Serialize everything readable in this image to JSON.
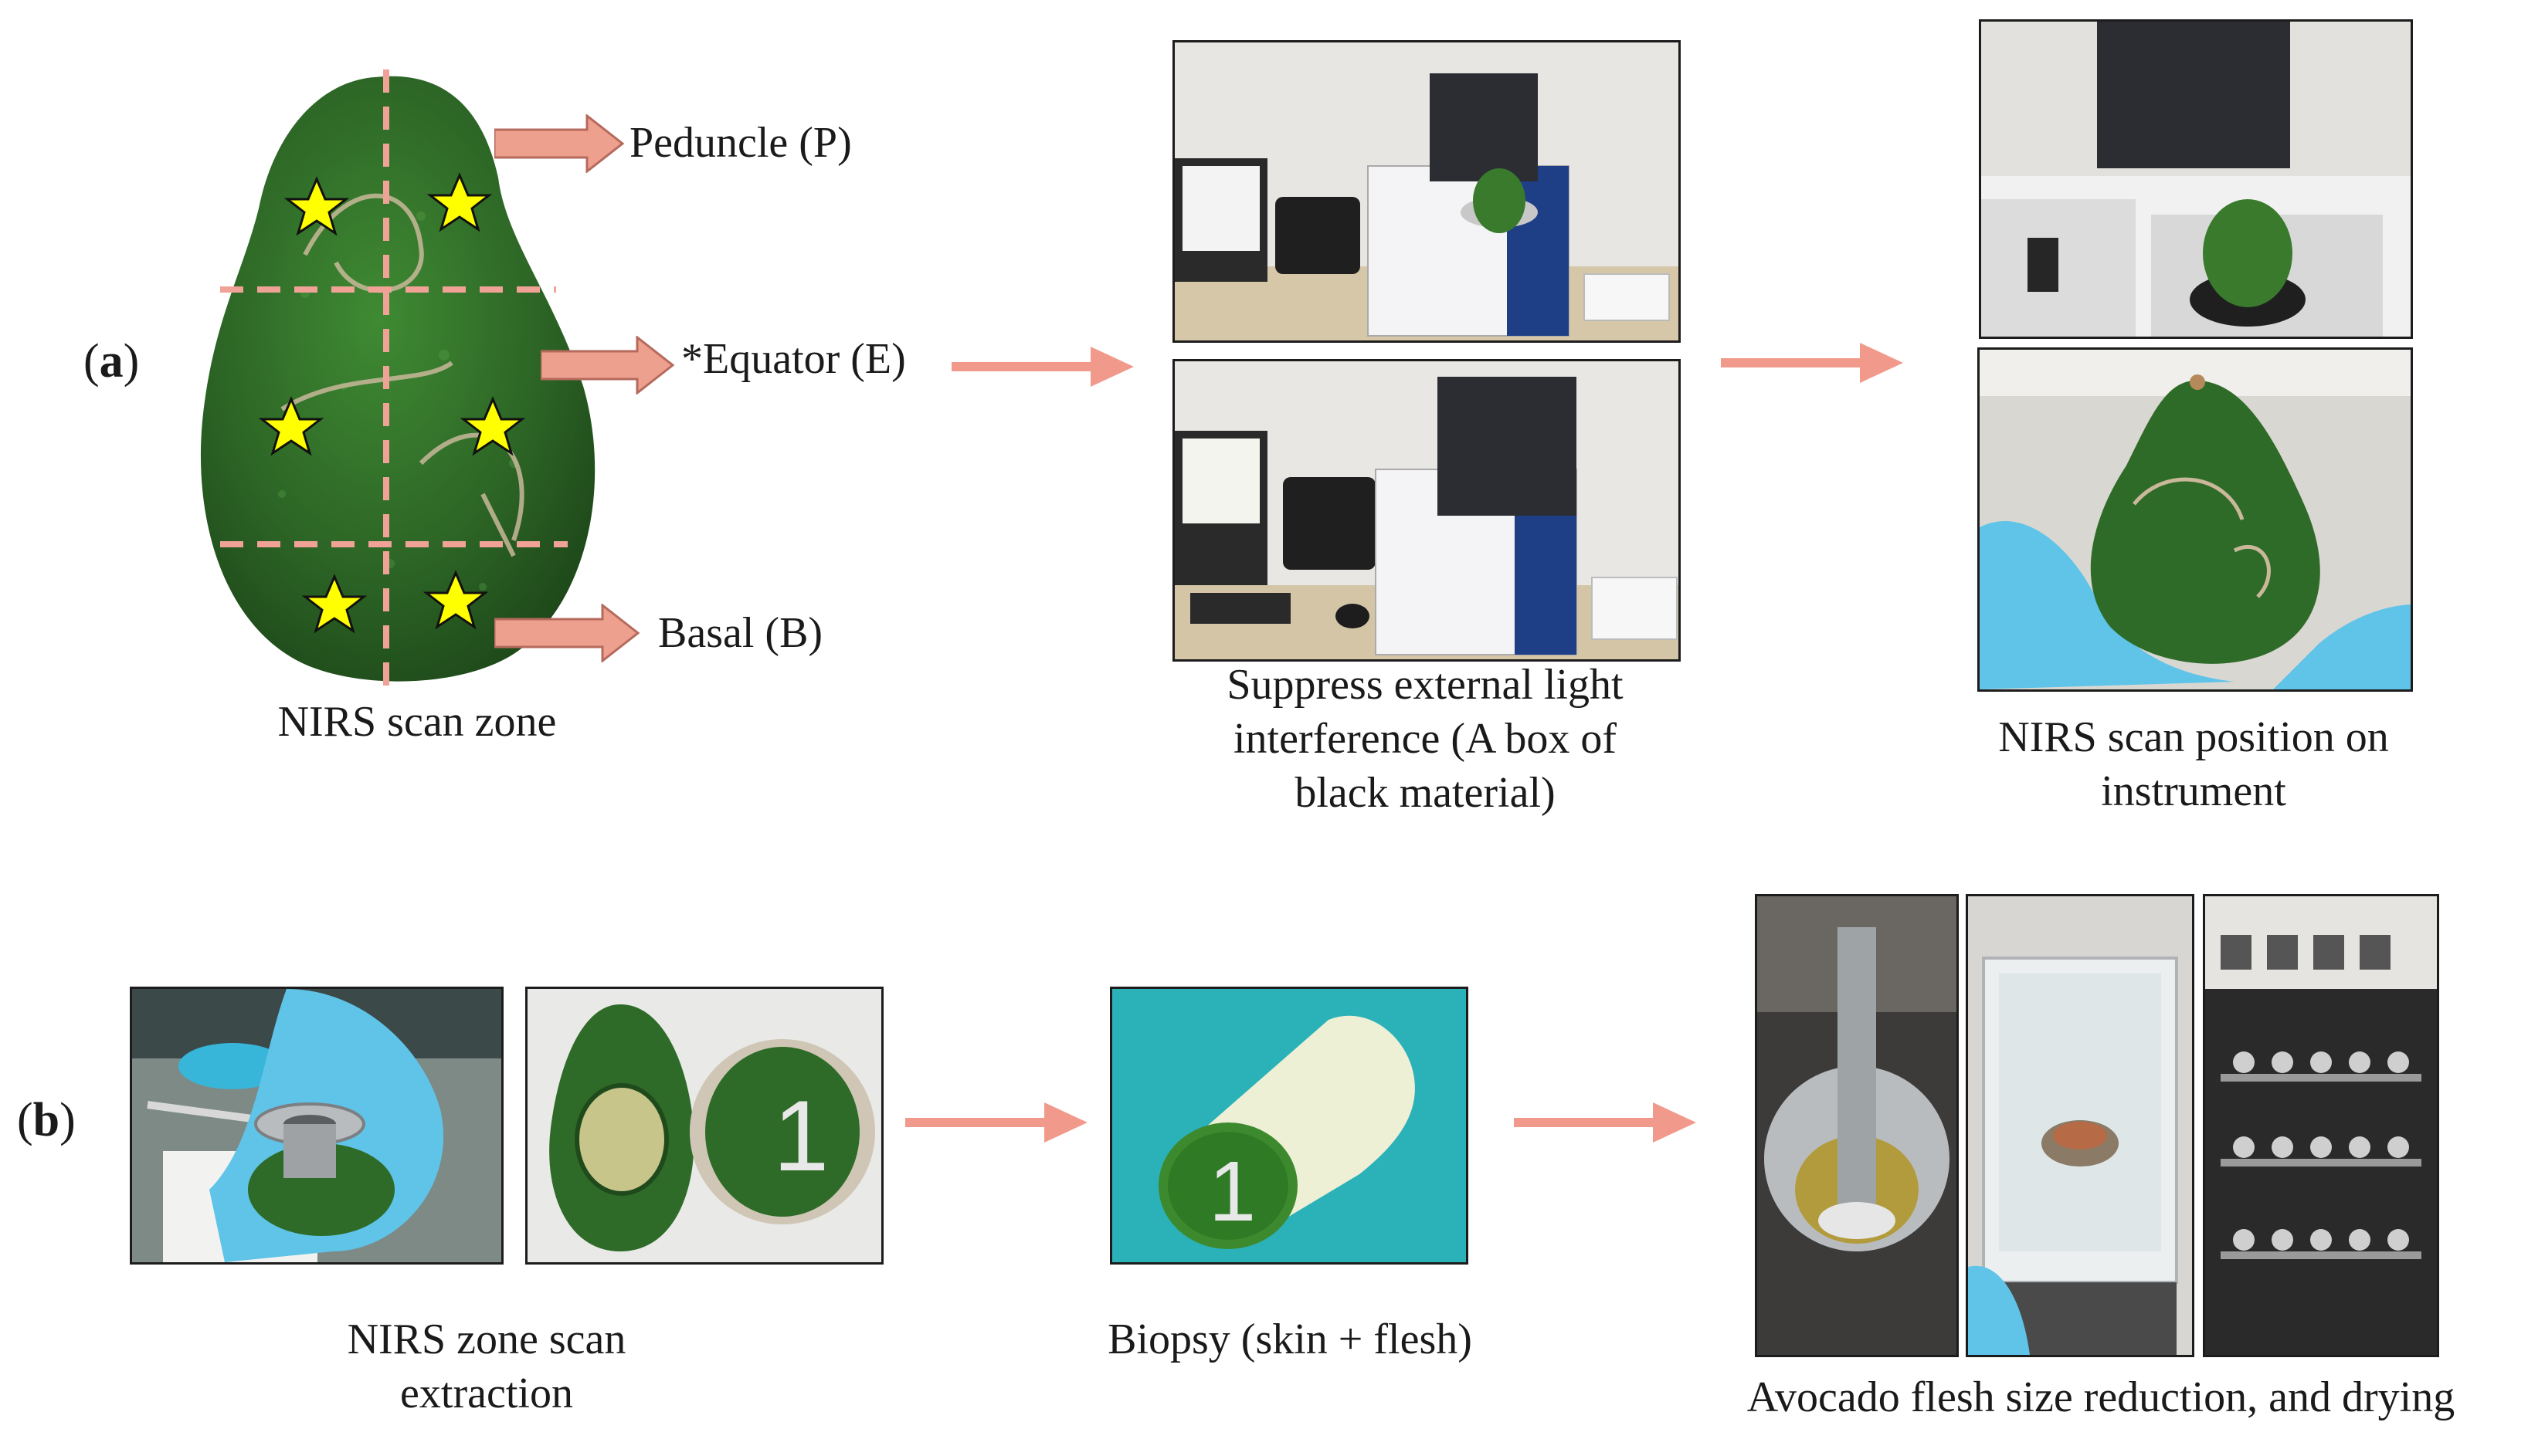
{
  "panel_a": {
    "letter": "a",
    "zones": {
      "peduncle": "Peduncle (P)",
      "equator": "*Equator (E)",
      "basal": "Basal (B)"
    },
    "caption_scan_zone": "NIRS scan zone",
    "caption_suppress": [
      "Suppress external light",
      "interference (A box of",
      "black material)"
    ],
    "caption_position": [
      "NIRS scan position on",
      "instrument"
    ]
  },
  "panel_b": {
    "letter": "b",
    "caption_extraction": [
      "NIRS zone scan",
      "extraction"
    ],
    "caption_biopsy": "Biopsy (skin + flesh)",
    "caption_reduction": "Avocado flesh size reduction, and drying",
    "sample_number": "1"
  },
  "colors": {
    "arrow": "#f19a8c",
    "zone_arrow": "#eea08e",
    "dashed_line": "#f0a296",
    "star_fill": "#ffff00",
    "avocado": "#2f6b28",
    "glove": "#5fc4e8",
    "teal_background": "#2bb1b8"
  }
}
